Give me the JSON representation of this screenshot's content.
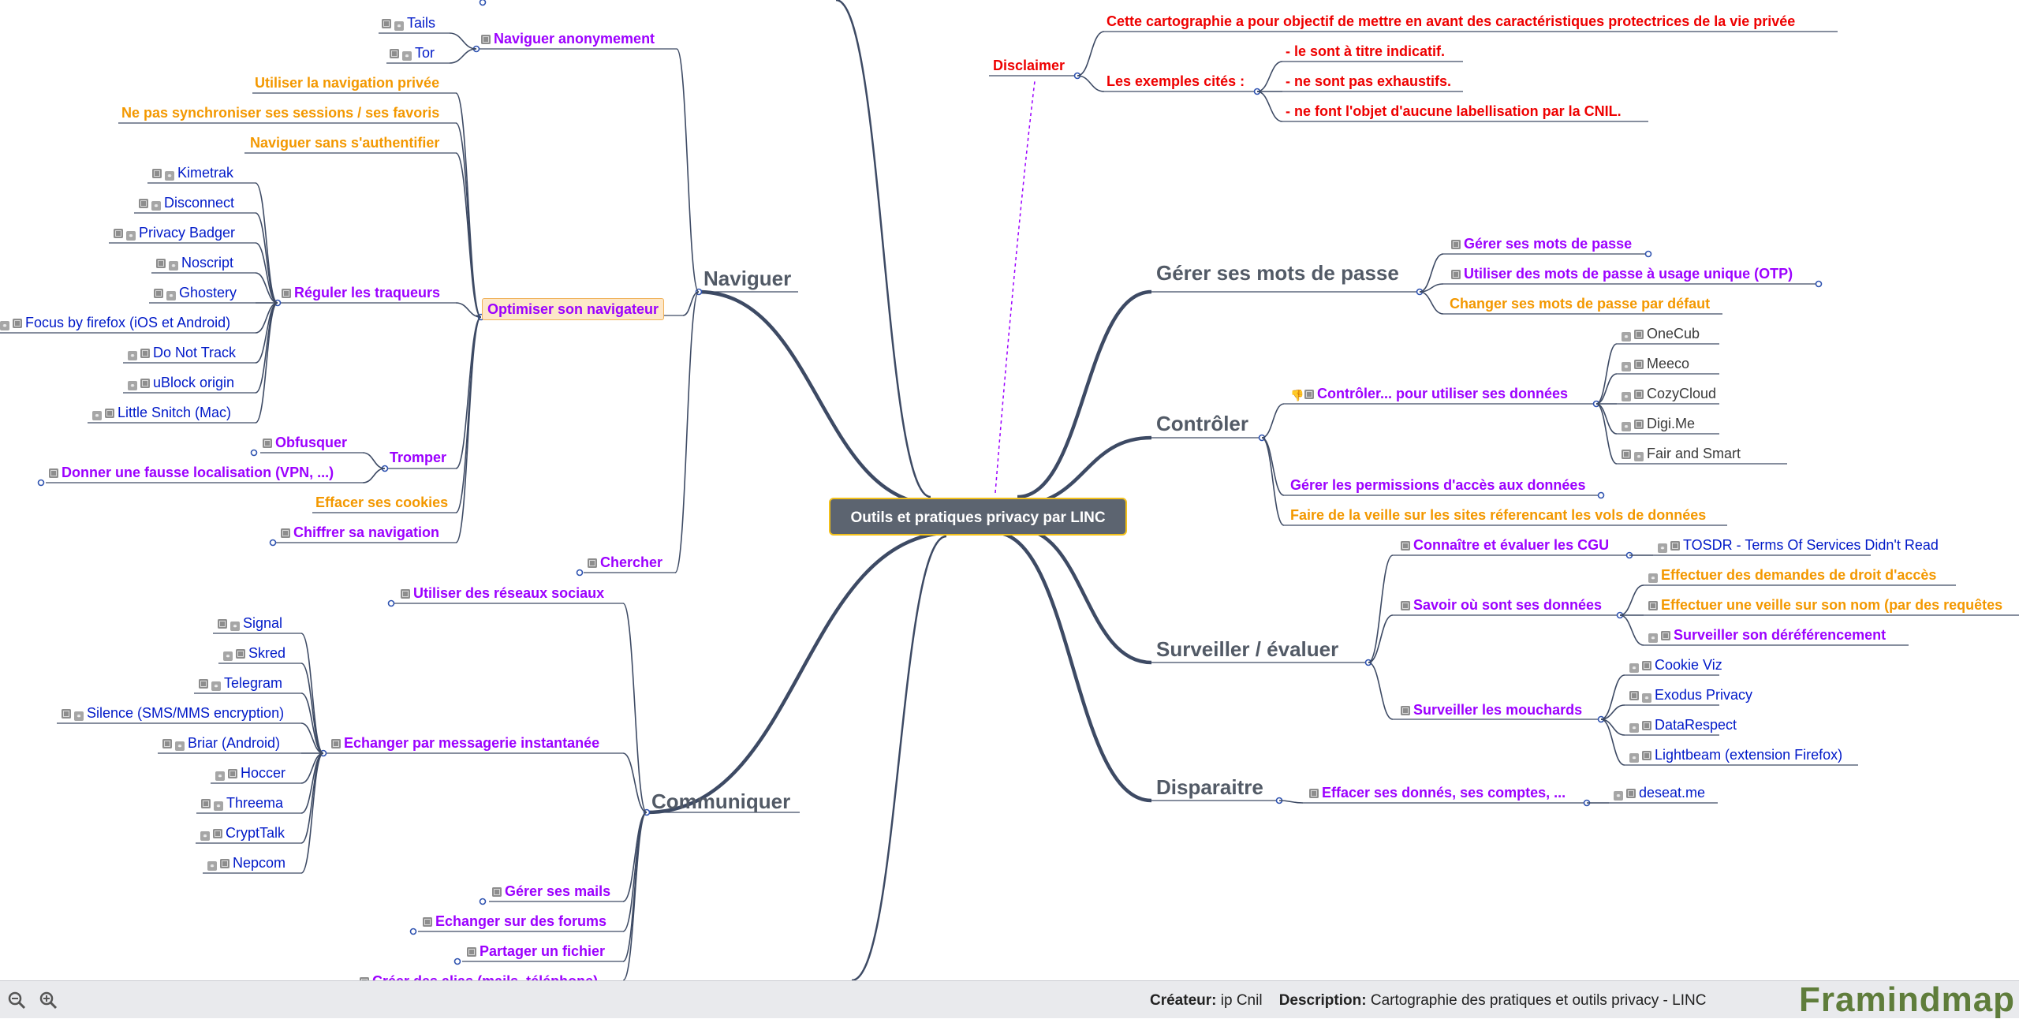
{
  "central": {
    "label": "Outils et pratiques privacy par LINC"
  },
  "branches": {
    "naviguer": "Naviguer",
    "gerer": "Gérer ses mots de passe",
    "controler": "Contrôler",
    "surveiller": "Surveiller / évaluer",
    "disparaitre": "Disparaitre",
    "communiquer": "Communiquer"
  },
  "disclaimer": {
    "label": "Disclaimer",
    "objectif": "Cette cartographie a pour objectif de mettre en avant des caractéristiques protectrices de la vie privée",
    "exemples": "Les exemples cités :",
    "items": [
      "- le sont à titre indicatif.",
      "- ne sont pas exhaustifs.",
      "- ne font l'objet d'aucune labellisation par la CNIL."
    ]
  },
  "naviguer": {
    "anonyme": "Naviguer anonymement",
    "tails": "Tails",
    "tor": "Tor",
    "privee": "Utiliser la navigation privée",
    "sync": "Ne pas synchroniser ses sessions / ses favoris",
    "auth": "Naviguer sans s'authentifier",
    "optimiser": "Optimiser son navigateur",
    "traqueurs": "Réguler les traqueurs",
    "tools": [
      "Kimetrak",
      "Disconnect",
      "Privacy Badger",
      "Noscript",
      "Ghostery",
      "Focus by firefox (iOS et Android)",
      "Do Not Track",
      "uBlock origin",
      "Little Snitch (Mac)"
    ],
    "tromper": "Tromper",
    "obfusquer": "Obfusquer",
    "localisation": "Donner une fausse localisation (VPN, ...)",
    "cookies": "Effacer ses cookies",
    "chiffrer": "Chiffrer sa navigation",
    "chercher": "Chercher"
  },
  "motsdepasse": {
    "gerer": "Gérer ses mots de passe",
    "otp": "Utiliser des mots de passe à usage unique (OTP)",
    "defaut": "Changer ses mots de passe par défaut"
  },
  "controler": {
    "utiliser": "Contrôler... pour utiliser ses données",
    "tools": [
      "OneCub",
      "Meeco",
      "CozyCloud",
      "Digi.Me",
      "Fair and Smart"
    ],
    "permissions": "Gérer les permissions d'accès aux données",
    "veille": "Faire de la veille sur les sites réferencant les vols de données"
  },
  "surveiller": {
    "cgu": "Connaître et évaluer les CGU",
    "tosdr": "TOSDR - Terms Of Services Didn't Read",
    "ou": "Savoir où sont ses données",
    "acces": "Effectuer des demandes de droit d'accès",
    "nom": "Effectuer une veille sur son nom (par des requêtes",
    "dereferencement": "Surveiller son déréférencement",
    "mouchards": "Surveiller les mouchards",
    "tools": [
      "Cookie Viz",
      "Exodus Privacy",
      "DataRespect",
      "Lightbeam (extension Firefox)"
    ]
  },
  "disparaitre": {
    "effacer": "Effacer ses donnés, ses comptes, ...",
    "deseat": "deseat.me"
  },
  "communiquer": {
    "reseaux": "Utiliser des réseaux sociaux",
    "messagerie": "Echanger par messagerie instantanée",
    "apps": [
      "Signal",
      "Skred",
      "Telegram",
      "Silence (SMS/MMS encryption)",
      "Briar (Android)",
      "Hoccer",
      "Threema",
      "CryptTalk",
      "Nepcom"
    ],
    "mails": "Gérer ses mails",
    "forums": "Echanger sur des forums",
    "fichier": "Partager un fichier",
    "alias": "Créer des alias (mails, téléphone)"
  },
  "footer": {
    "createur_label": "Créateur:",
    "createur": "ip Cnil",
    "description_label": "Description:",
    "description": "Cartographie des pratiques et outils privacy - LINC",
    "brand": "Framindmap"
  },
  "colors": {
    "purple": "#9c00ff",
    "orange": "#f39800",
    "red": "#ee0000",
    "blue": "#0019c8",
    "edge": "#3d4a64",
    "central": "#5c6470"
  },
  "icons": {
    "note": "note-icon",
    "link": "link-icon",
    "zoom_out": "zoom-out-icon",
    "zoom_in": "zoom-in-icon"
  }
}
